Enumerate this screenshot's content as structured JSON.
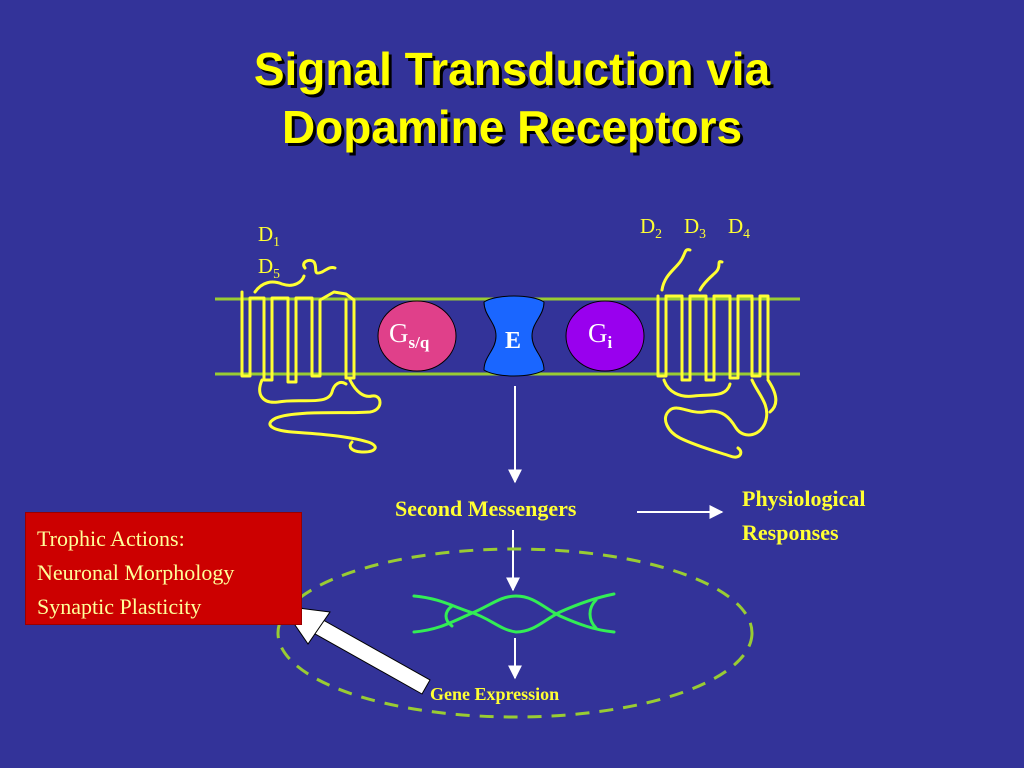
{
  "slide": {
    "title_line1": "Signal Transduction via",
    "title_line2": "Dopamine Receptors"
  },
  "receptors": {
    "left": [
      {
        "base": "D",
        "sub": "1"
      },
      {
        "base": "D",
        "sub": "5"
      }
    ],
    "right": [
      {
        "base": "D",
        "sub": "2"
      },
      {
        "base": "D",
        "sub": "3"
      },
      {
        "base": "D",
        "sub": "4"
      }
    ]
  },
  "proteins": {
    "gsq": {
      "base": "G",
      "sub": "s/q",
      "color": "#e0408a"
    },
    "effector": {
      "label": "E",
      "color": "#1a66ff"
    },
    "gi": {
      "base": "G",
      "sub": "i",
      "color": "#9900ee"
    }
  },
  "flow": {
    "second_messengers": "Second Messengers",
    "physiological_line1": "Physiological",
    "physiological_line2": "Responses",
    "gene_expression": "Gene Expression"
  },
  "trophic": {
    "line1": "Trophic Actions:",
    "line2": "Neuronal Morphology",
    "line3": "Synaptic Plasticity",
    "color": "#cc0000"
  },
  "colors": {
    "background": "#333399",
    "title": "#ffff00",
    "membrane": "#99cc33",
    "receptor": "#ffff33",
    "dna": "#33ee55",
    "nucleus": "#99cc33"
  }
}
